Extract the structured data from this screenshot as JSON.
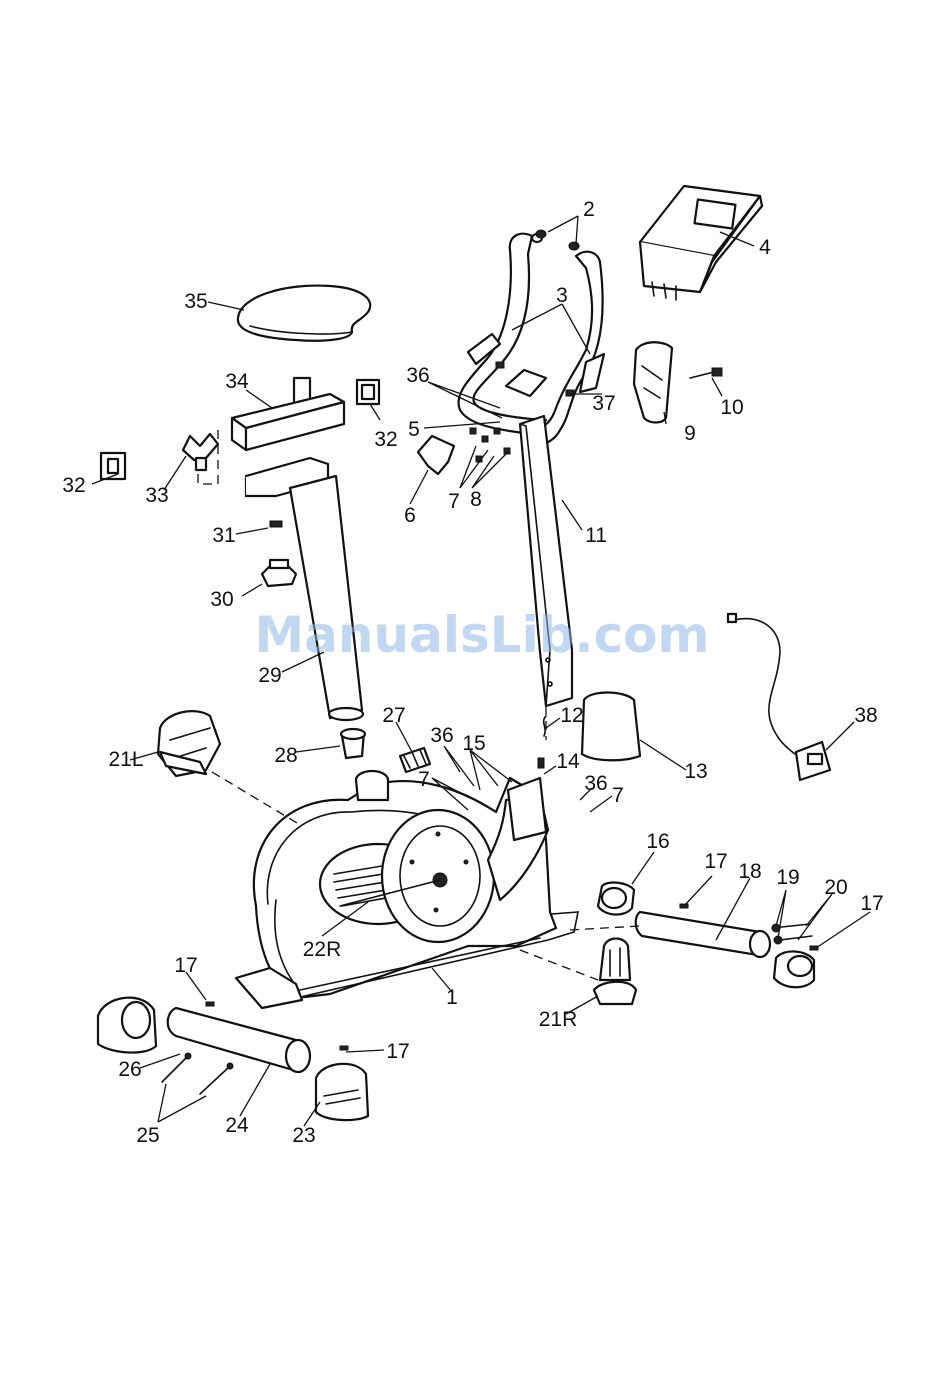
{
  "watermark": "ManualsLib.com",
  "callouts": {
    "p1": "1",
    "p2": "2",
    "p3": "3",
    "p4": "4",
    "p5": "5",
    "p6": "6",
    "p7a": "7",
    "p7b": "7",
    "p8": "8",
    "p9": "9",
    "p10": "10",
    "p11": "11",
    "p12": "12",
    "p13": "13",
    "p14": "14",
    "p15": "15",
    "p16": "16",
    "p17a": "17",
    "p17b": "17",
    "p17c": "17",
    "p17d": "17",
    "p18": "18",
    "p19": "19",
    "p20": "20",
    "p21L": "21L",
    "p21R": "21R",
    "p22R": "22R",
    "p23": "23",
    "p24": "24",
    "p25": "25",
    "p26": "26",
    "p27": "27",
    "p28": "28",
    "p29": "29",
    "p30": "30",
    "p31": "31",
    "p32a": "32",
    "p32b": "32",
    "p33": "33",
    "p34": "34",
    "p35": "35",
    "p36a": "36",
    "p36b": "36",
    "p37": "37",
    "p38": "38"
  }
}
